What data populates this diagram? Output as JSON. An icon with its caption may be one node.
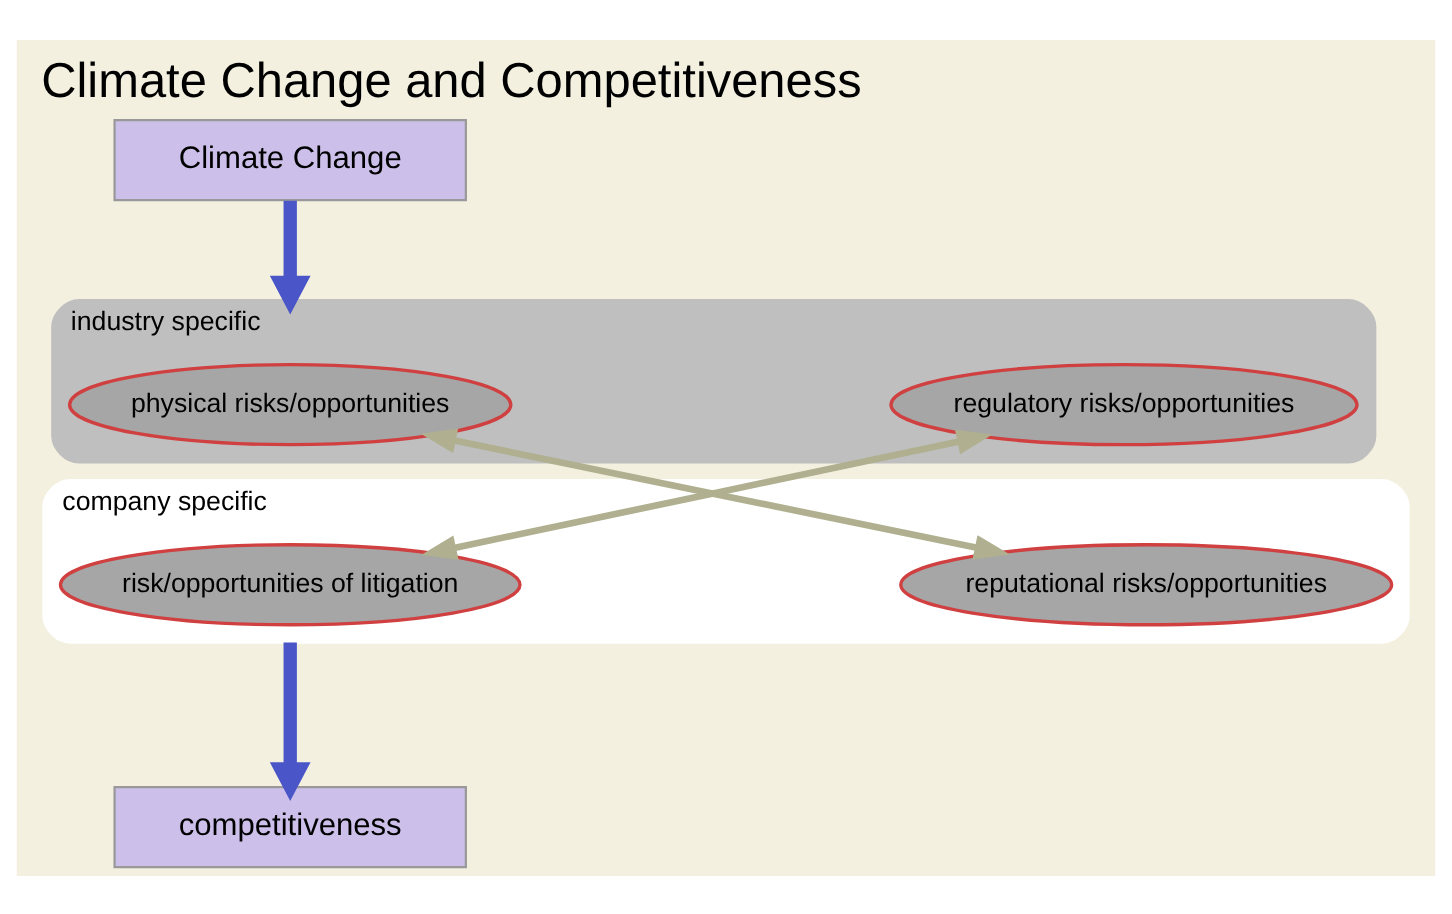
{
  "diagram": {
    "title": "Climate Change and Competitiveness",
    "nodes": [
      {
        "text": [
          "Climate Change"
        ]
      },
      {
        "text": [
          "industry specific"
        ]
      },
      {
        "text": [
          "physical risks/opportunities"
        ],
        "in": 1
      },
      {
        "text": [
          "regulatory risks/opportunities"
        ],
        "in": 1
      },
      {
        "text": [
          "company specific"
        ]
      },
      {
        "text": [
          "risk/opportunities of litigation"
        ],
        "in": 4
      },
      {
        "text": [
          "reputational risks/opportunities"
        ],
        "in": 4
      },
      {
        "text": [
          "competitiveness"
        ]
      }
    ],
    "edges": [
      {
        "from": 0,
        "to": 1,
        "arrow": "to",
        "style": "thick",
        "color": "#4a55c8"
      },
      {
        "from": 2,
        "to": 6,
        "arrow": "both",
        "color": "#b0b090"
      },
      {
        "from": 3,
        "to": 5,
        "arrow": "both",
        "color": "#b0b090"
      },
      {
        "from": 4,
        "to": 7,
        "arrow": "to",
        "style": "thick",
        "color": "#4a55c8"
      }
    ]
  }
}
